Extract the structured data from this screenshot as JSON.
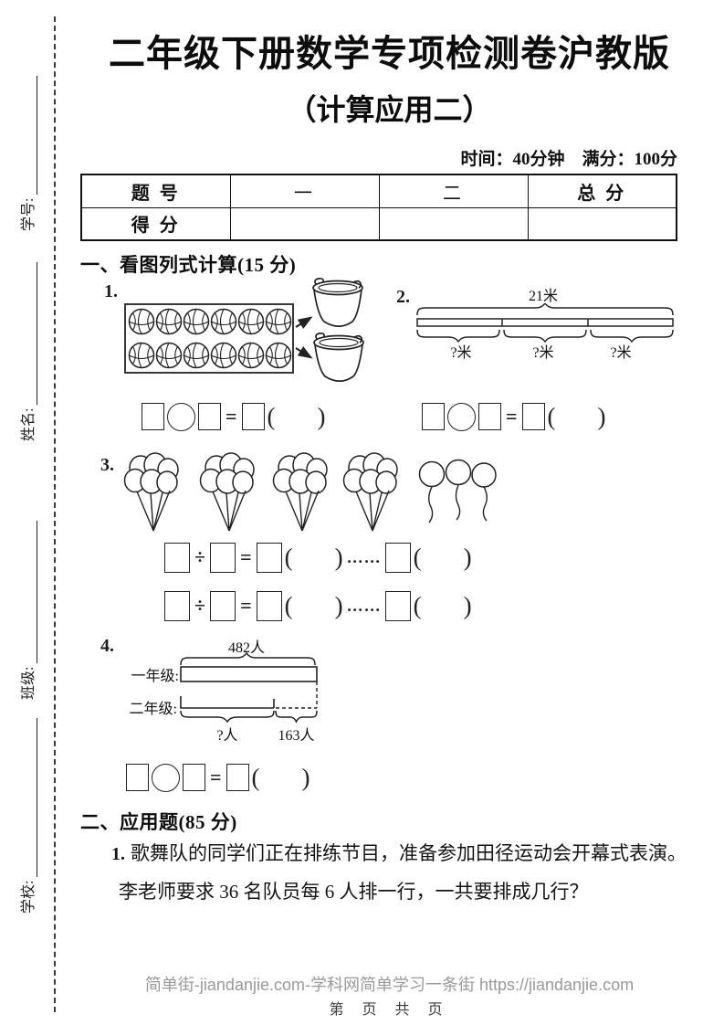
{
  "page": {
    "title": "二年级下册数学专项检测卷沪教版",
    "subtitle": "（计算应用二）",
    "meta": "时间：40分钟　满分：100分"
  },
  "sidebar": {
    "fields": [
      {
        "label": "学号:"
      },
      {
        "label": "姓名:"
      },
      {
        "label": "班级:"
      },
      {
        "label": "学校:"
      }
    ]
  },
  "score_table": {
    "headers": [
      "题 号",
      "一",
      "二",
      "总 分"
    ],
    "score_label": "得 分"
  },
  "section1": {
    "heading": "一、看图列式计算(15 分)",
    "q1": {
      "num": "1."
    },
    "q2": {
      "num": "2.",
      "total": "21米",
      "parts": [
        "?米",
        "?米",
        "?米"
      ]
    },
    "q3": {
      "num": "3."
    },
    "q4": {
      "num": "4.",
      "total": "482人",
      "grade1": "一年级:",
      "grade2": "二年级:",
      "unknown": "?人",
      "extra": "163人"
    }
  },
  "section2": {
    "heading": "二、应用题(85 分)",
    "q1": {
      "num": "1.",
      "line1": "歌舞队的同学们正在排练节目，准备参加田径运动会开幕式表演。",
      "line2": "李老师要求 36 名队员每 6 人排一行，一共要排成几行？"
    }
  },
  "sym": {
    "eq": "=",
    "div": "÷",
    "lp": "(",
    "rp": ")",
    "dots": "……"
  },
  "footer": {
    "site": "简单街-jiandanjie.com-学科网简单学习一条街 https://jiandanjie.com",
    "pagenum": "第 页 共 页"
  }
}
